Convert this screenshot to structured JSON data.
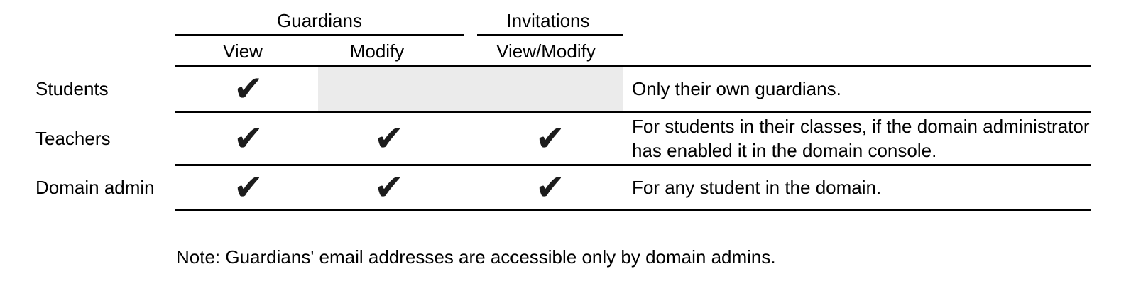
{
  "table": {
    "groups": [
      {
        "label": "Guardians"
      },
      {
        "label": "Invitations"
      }
    ],
    "columns": [
      {
        "label": "View"
      },
      {
        "label": "Modify"
      },
      {
        "label": "View/Modify"
      }
    ],
    "rows": [
      {
        "label": "Students",
        "cells": [
          "✔",
          "",
          ""
        ],
        "shaded": true,
        "note": "Only their own guardians."
      },
      {
        "label": "Teachers",
        "cells": [
          "✔",
          "✔",
          "✔"
        ],
        "shaded": false,
        "note": "For students in their classes, if the domain administrator\nhas enabled it in the domain console."
      },
      {
        "label": "Domain admin",
        "cells": [
          "✔",
          "✔",
          "✔"
        ],
        "shaded": false,
        "note": "For any student in the domain."
      }
    ]
  },
  "footnote": "Note: Guardians' email addresses are accessible only by domain admins.",
  "colors": {
    "shading": "#ebebeb",
    "line": "#000000",
    "text": "#000000",
    "check": "#1c1c1c"
  }
}
